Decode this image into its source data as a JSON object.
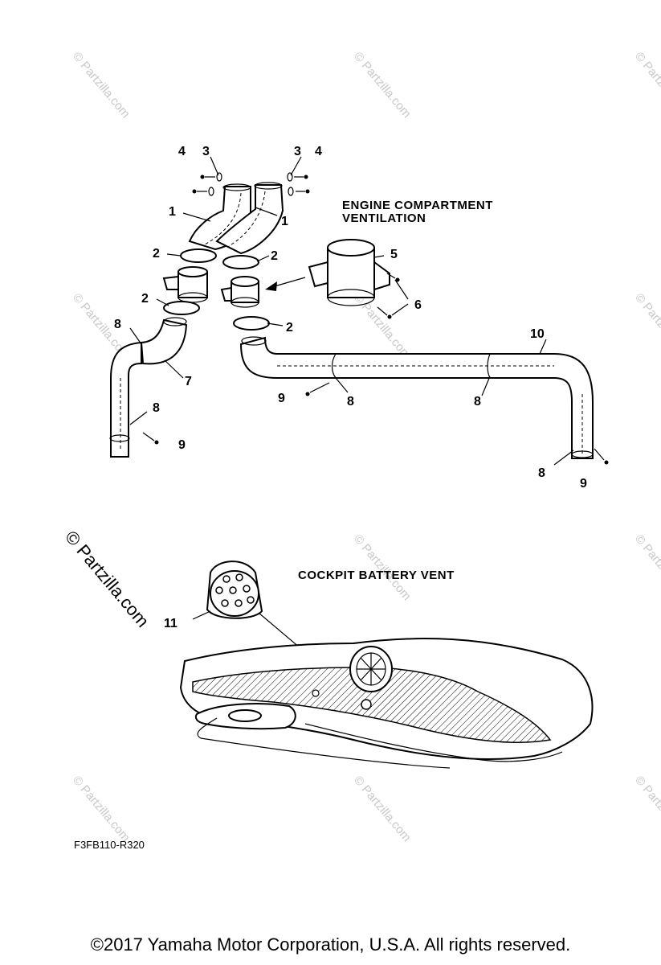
{
  "sections": {
    "engine": "ENGINE COMPARTMENT",
    "engine_line2": "VENTILATION",
    "battery": "COCKPIT BATTERY VENT"
  },
  "callouts": {
    "c1a": "1",
    "c1b": "1",
    "c2a": "2",
    "c2b": "2",
    "c2c": "2",
    "c2d": "2",
    "c3a": "3",
    "c3b": "3",
    "c4a": "4",
    "c4b": "4",
    "c5": "5",
    "c6": "6",
    "c7": "7",
    "c8a": "8",
    "c8b": "8",
    "c8c": "8",
    "c8d": "8",
    "c8e": "8",
    "c9a": "9",
    "c9b": "9",
    "c9c": "9",
    "c10": "10",
    "c11": "11"
  },
  "drawing_code": "F3FB110-R320",
  "watermark_text": "© Partzilla.com",
  "copyright": "©2017 Yamaha Motor Corporation, U.S.A. All rights reserved."
}
